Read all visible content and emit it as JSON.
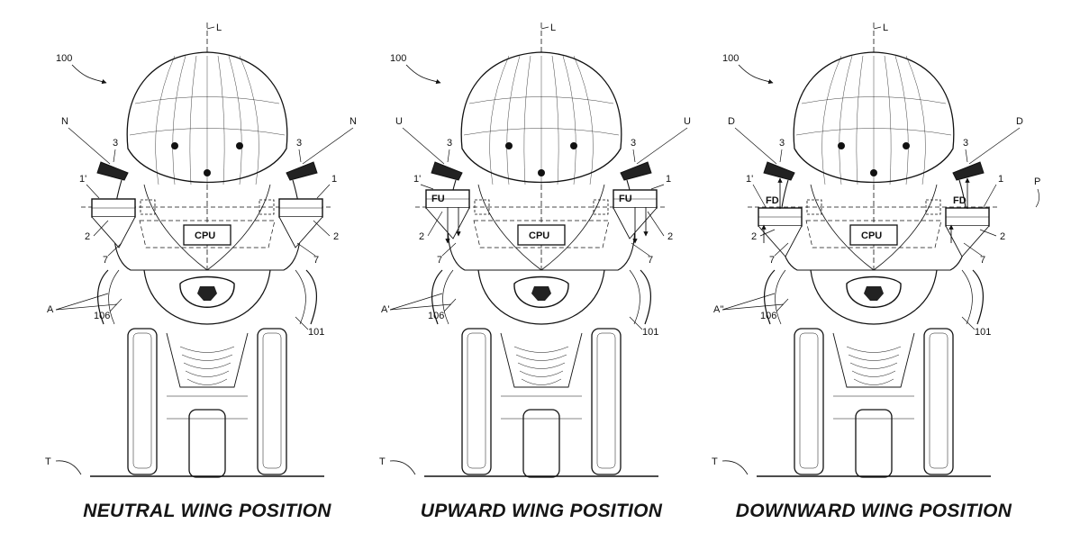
{
  "figure": {
    "panels": [
      {
        "id": "neutral",
        "ref": "100",
        "axis": "L",
        "mode": "N",
        "wing_left": "1'",
        "wing_right": "1",
        "mirror": "3",
        "actuator": "2",
        "body": "7",
        "assembly": "A",
        "frame": "106",
        "front": "101",
        "ground": "T",
        "plane": "",
        "cpu": "CPU",
        "force": "",
        "caption": "NEUTRAL WING POSITION"
      },
      {
        "id": "upward",
        "ref": "100",
        "axis": "L",
        "mode": "U",
        "wing_left": "1'",
        "wing_right": "1",
        "mirror": "3",
        "actuator": "2",
        "body": "7",
        "assembly": "A'",
        "frame": "106",
        "front": "101",
        "ground": "T",
        "plane": "",
        "cpu": "CPU",
        "force": "FU",
        "caption": "UPWARD WING POSITION"
      },
      {
        "id": "downward",
        "ref": "100",
        "axis": "L",
        "mode": "D",
        "wing_left": "1'",
        "wing_right": "1",
        "mirror": "3",
        "actuator": "2",
        "body": "7",
        "assembly": "A''",
        "frame": "106",
        "front": "101",
        "ground": "T",
        "plane": "P",
        "cpu": "CPU",
        "force": "FD",
        "caption": "DOWNWARD WING POSITION"
      }
    ]
  }
}
